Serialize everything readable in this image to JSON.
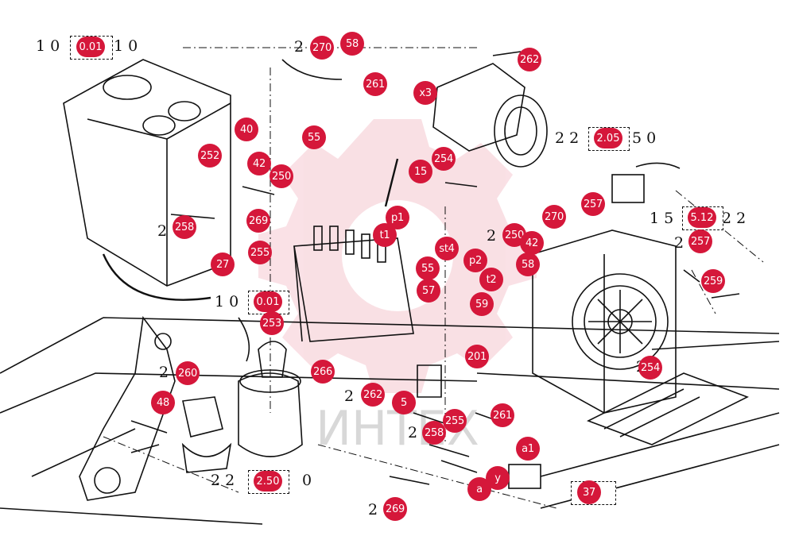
{
  "watermark": "ИНТЕХ",
  "callouts": {
    "c270a": "270",
    "c58a": "58",
    "c261a": "261",
    "cx3": "x3",
    "c262a": "262",
    "c40": "40",
    "c55a": "55",
    "c252": "252",
    "c42a": "42",
    "c250a": "250",
    "c254a": "254",
    "c15": "15",
    "c258a": "258",
    "c269a": "269",
    "cp1": "p1",
    "ct1": "t1",
    "c270b": "270",
    "c257a": "257",
    "c250b": "250",
    "c42b": "42",
    "c58b": "58",
    "cst4": "st4",
    "cp2": "p2",
    "ct2": "t2",
    "c255a": "255",
    "c27": "27",
    "c55b": "55",
    "c57": "57",
    "c59": "59",
    "c257b": "257",
    "c259": "259",
    "c253": "253",
    "c201": "201",
    "c254b": "254",
    "c260": "260",
    "c266": "266",
    "c262b": "262",
    "c5": "5",
    "c48": "48",
    "c255b": "255",
    "c261b": "261",
    "c258b": "258",
    "ca1": "a1",
    "cy": "y",
    "ca": "a",
    "c37": "37",
    "c269b": "269"
  },
  "boxed_labels": {
    "b001a": "0.01",
    "b205": "2.05",
    "b512": "5.12",
    "b001b": "0.01",
    "b250": "2.50"
  },
  "ref_text": {
    "r1": "1 0",
    "r1b": "1 0",
    "r2": "2",
    "r3": "2",
    "r4": "2 2",
    "r4b": "5 0",
    "r5": "1 5",
    "r5b": "2 2",
    "r6": "2",
    "r7": "2",
    "r8": "2",
    "r9": "1 0",
    "r10": "2",
    "r11": "2 2",
    "r11b": "0",
    "r12": "2",
    "r13": "2",
    "r14": "2",
    "r15": "2"
  }
}
